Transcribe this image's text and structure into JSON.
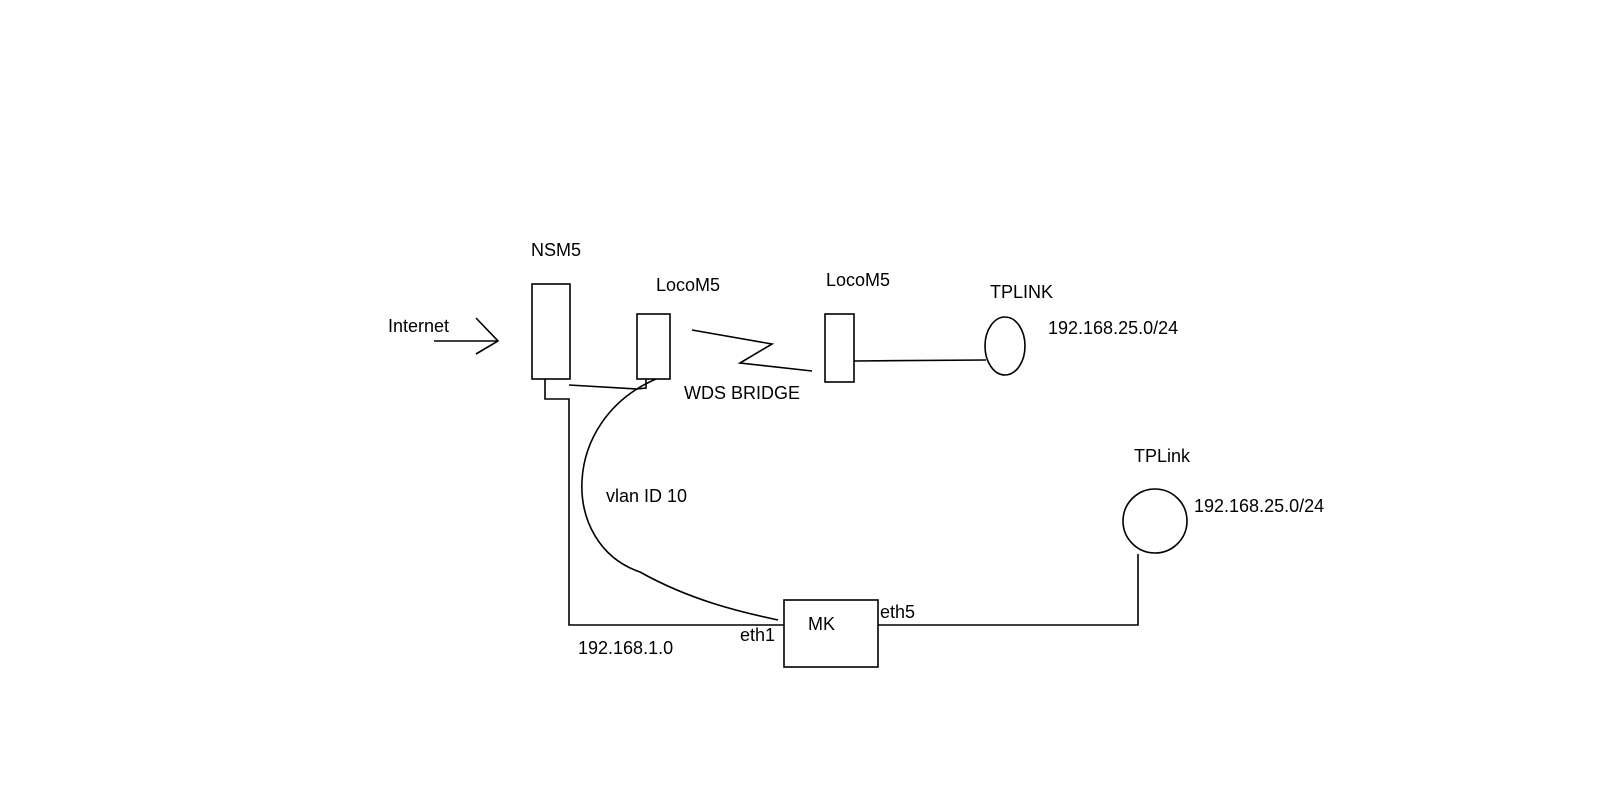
{
  "nodes": {
    "internet": {
      "label": "Internet"
    },
    "nsm5": {
      "label": "NSM5"
    },
    "loco_left": {
      "label": "LocoM5"
    },
    "loco_right": {
      "label": "LocoM5"
    },
    "tplink_top": {
      "label": "TPLINK",
      "subnet": "192.168.25.0/24"
    },
    "tplink_bottom": {
      "label": "TPLink",
      "subnet": "192.168.25.0/24"
    },
    "mk": {
      "label": "MK",
      "port_left": "eth1",
      "port_right": "eth5"
    }
  },
  "links": {
    "wds": {
      "label": "WDS BRIDGE"
    },
    "vlan": {
      "label": "vlan ID 10"
    },
    "lan": {
      "label": "192.168.1.0"
    }
  }
}
